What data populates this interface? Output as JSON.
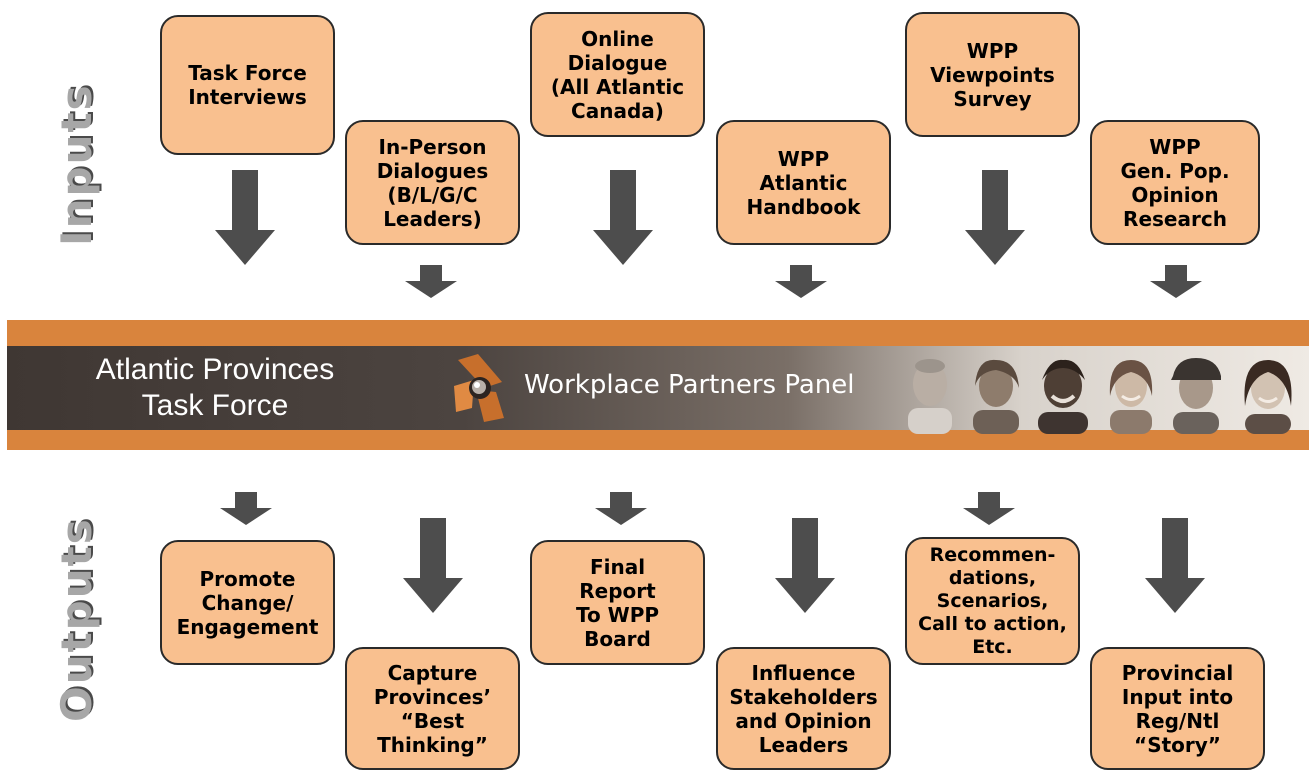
{
  "labels": {
    "inputs": "Inputs",
    "outputs": "Outputs"
  },
  "inputs": [
    {
      "id": "task-force-interviews",
      "text": "Task Force\nInterviews"
    },
    {
      "id": "in-person-dialogues",
      "text": "In-Person\nDialogues\n(B/L/G/C\nLeaders)"
    },
    {
      "id": "online-dialogue",
      "text": "Online\nDialogue\n(All Atlantic\nCanada)"
    },
    {
      "id": "wpp-atlantic-handbook",
      "text": "WPP\nAtlantic\nHandbook"
    },
    {
      "id": "wpp-viewpoints-survey",
      "text": "WPP\nViewpoints\nSurvey"
    },
    {
      "id": "wpp-gen-pop-research",
      "text": "WPP\nGen. Pop.\nOpinion\nResearch"
    }
  ],
  "banner": {
    "title": "Atlantic Provinces\nTask Force",
    "brand": "Workplace Partners Panel",
    "logo_icon": "wpp-diamond-logo-icon",
    "faces_count": 6
  },
  "outputs": [
    {
      "id": "promote-change",
      "text": "Promote\nChange/\nEngagement"
    },
    {
      "id": "capture-best-thinking",
      "text": "Capture\nProvinces’\n“Best\nThinking”"
    },
    {
      "id": "final-report",
      "text": "Final\nReport\nTo WPP\nBoard"
    },
    {
      "id": "influence-stakeholders",
      "text": "Influence\nStakeholders\nand Opinion\nLeaders"
    },
    {
      "id": "recommendations",
      "text": "Recommen-\ndations,\nScenarios,\nCall to action,\nEtc."
    },
    {
      "id": "provincial-input",
      "text": "Provincial\nInput into\nReg/Ntl\n“Story”"
    }
  ],
  "colors": {
    "box_fill": "#f9c08f",
    "arrow": "#4d4d4d",
    "band": "#d9843d",
    "banner_dark": "#3f3733"
  }
}
